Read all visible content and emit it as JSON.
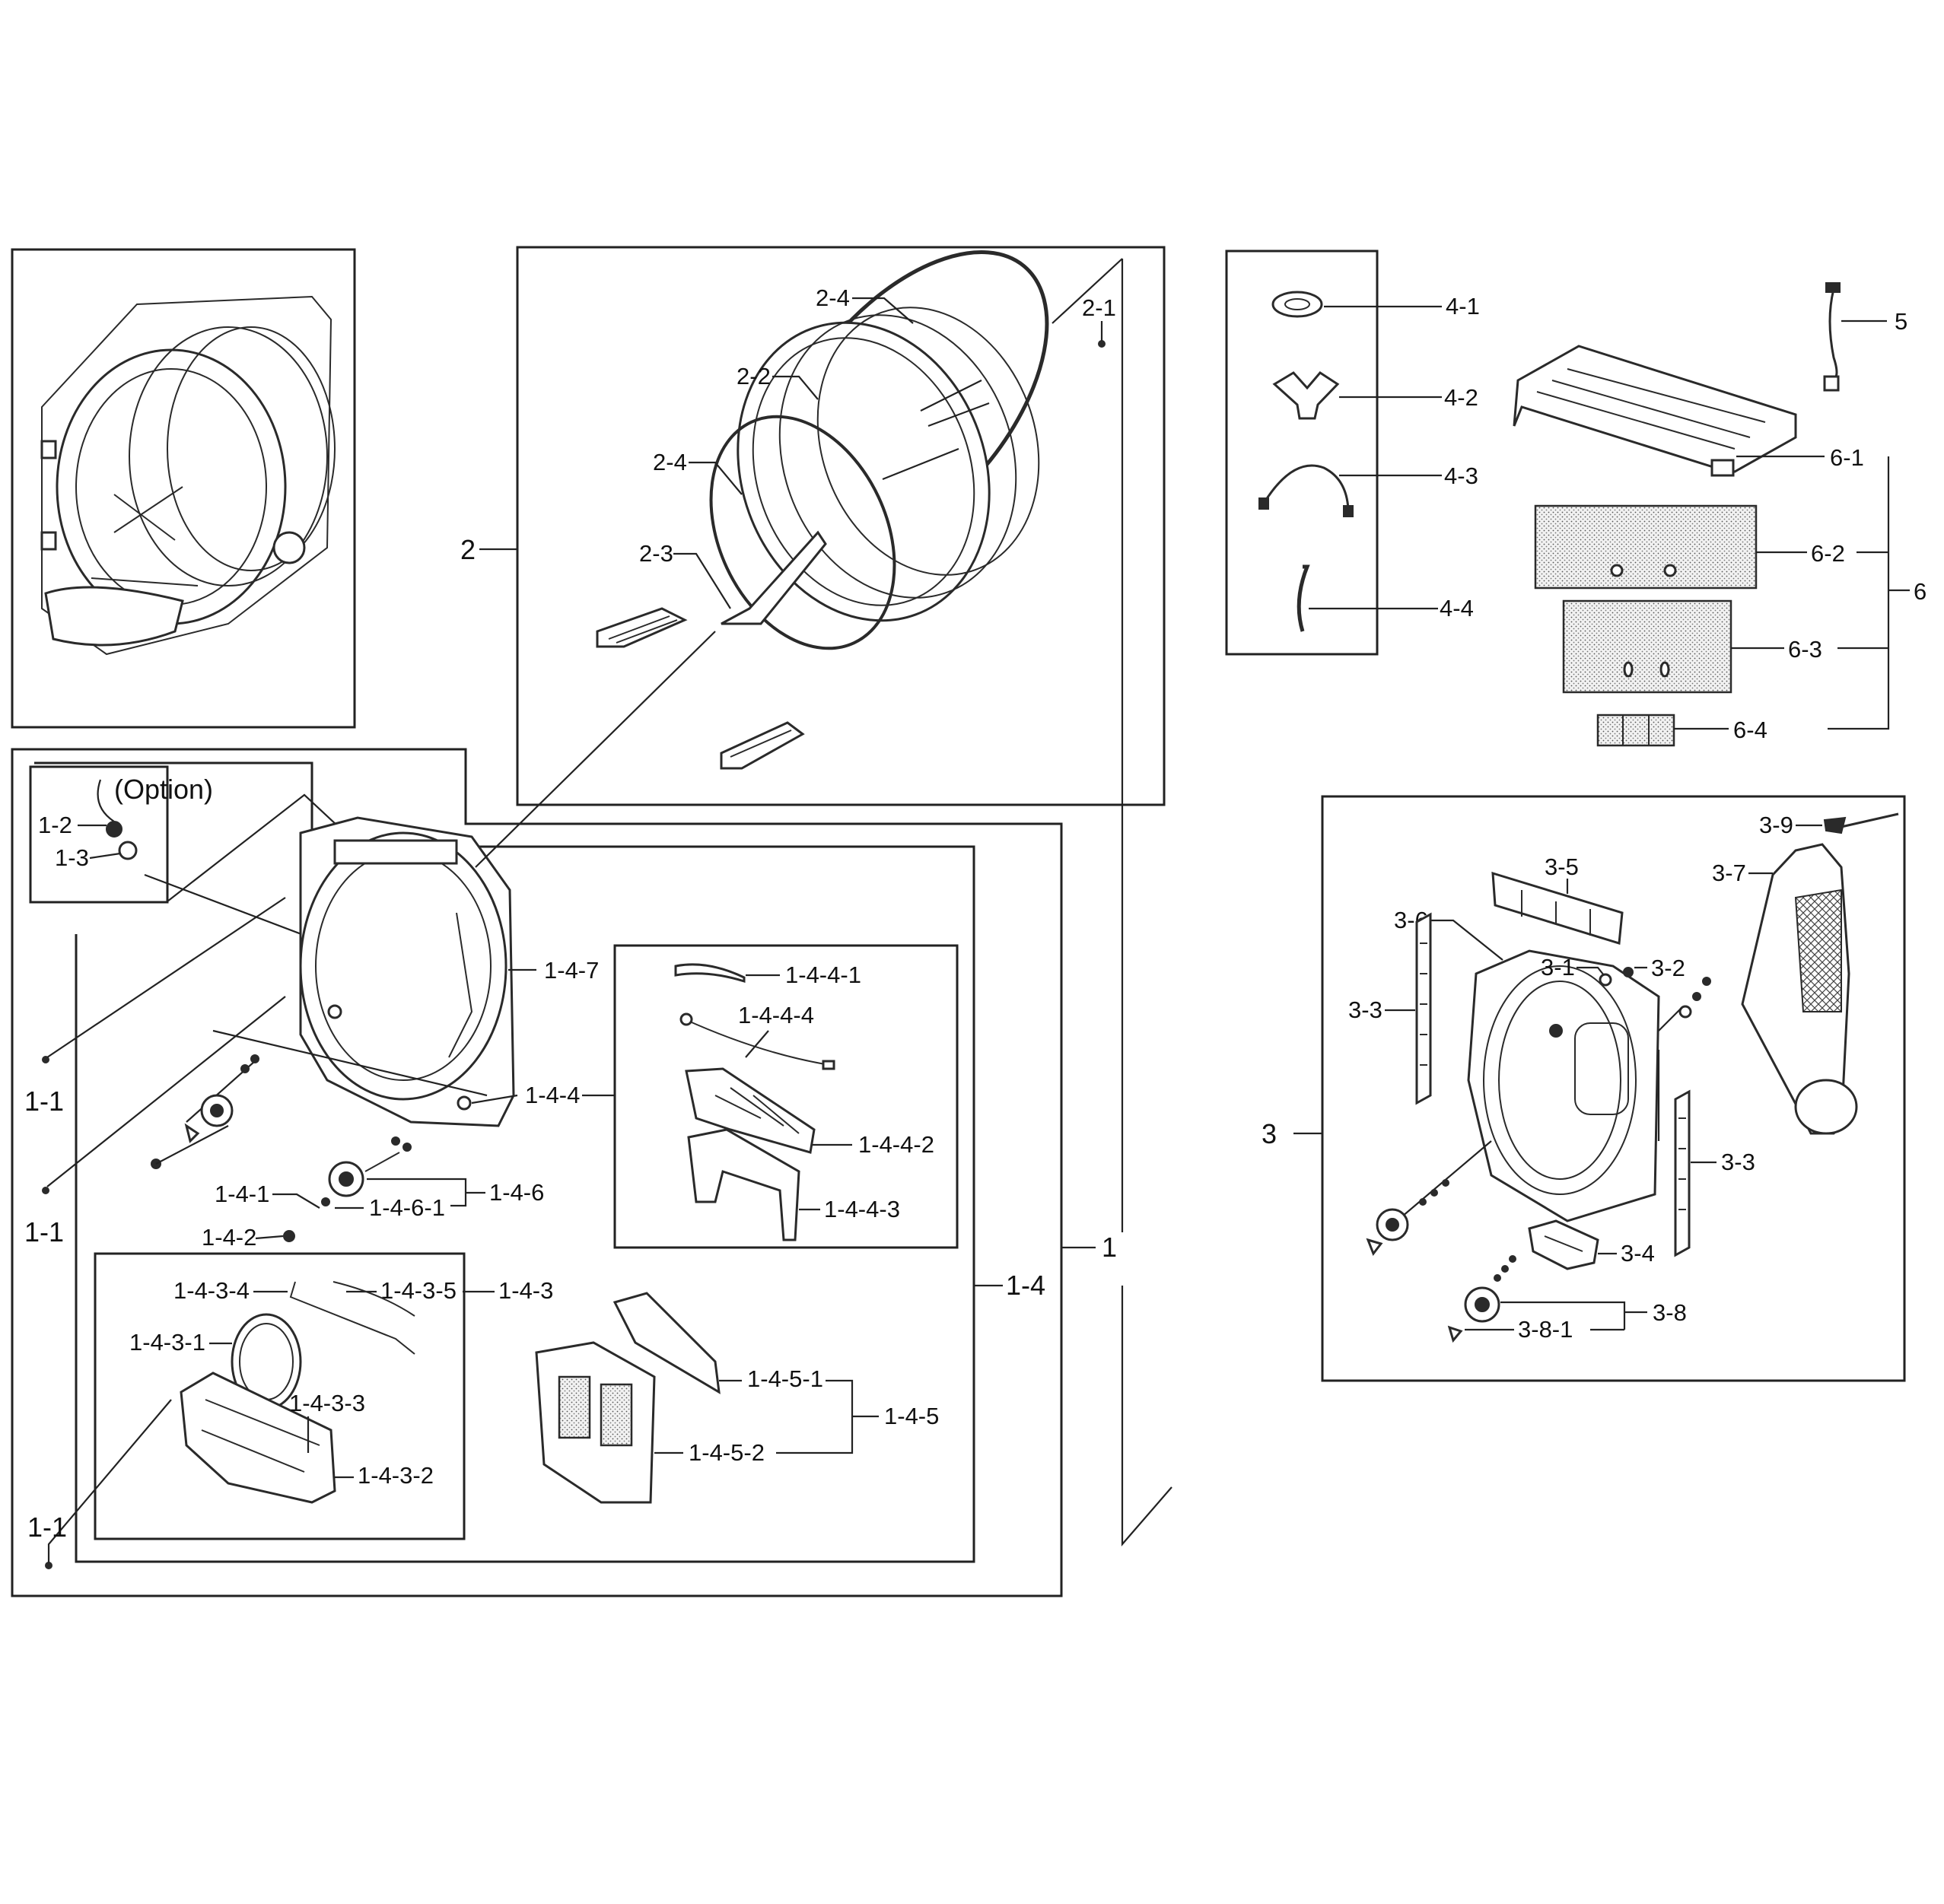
{
  "callouts": {
    "option": "(Option)",
    "c1_2": "1-2",
    "c1_3": "1-3",
    "c1_1a": "1-1",
    "c1_1b": "1-1",
    "c1_1c": "1-1",
    "c1_4_7": "1-4-7",
    "c1_4_4": "1-4-4",
    "c1_4_1": "1-4-1",
    "c1_4_2": "1-4-2",
    "c1_4_6_1": "1-4-6-1",
    "c1_4_6": "1-4-6",
    "c1_4_4_1": "1-4-4-1",
    "c1_4_4_4": "1-4-4-4",
    "c1_4_4_2": "1-4-4-2",
    "c1_4_4_3": "1-4-4-3",
    "c1_4_3_4": "1-4-3-4",
    "c1_4_3_5": "1-4-3-5",
    "c1_4_3": "1-4-3",
    "c1_4_3_1": "1-4-3-1",
    "c1_4_3_3": "1-4-3-3",
    "c1_4_3_2": "1-4-3-2",
    "c1_4_5_1": "1-4-5-1",
    "c1_4_5": "1-4-5",
    "c1_4_5_2": "1-4-5-2",
    "c1_4": "1-4",
    "c1": "1",
    "c2": "2",
    "c2_4a": "2-4",
    "c2_4b": "2-4",
    "c2_1": "2-1",
    "c2_2": "2-2",
    "c2_3": "2-3",
    "c4_1": "4-1",
    "c4_2": "4-2",
    "c4_3": "4-3",
    "c4_4": "4-4",
    "c5": "5",
    "c6_1": "6-1",
    "c6_2": "6-2",
    "c6_3": "6-3",
    "c6_4": "6-4",
    "c6": "6",
    "c3_9": "3-9",
    "c3_7": "3-7",
    "c3_5": "3-5",
    "c3_6": "3-6",
    "c3_1": "3-1",
    "c3_2": "3-2",
    "c3_3a": "3-3",
    "c3_3b": "3-3",
    "c3": "3",
    "c3_4": "3-4",
    "c3_8": "3-8",
    "c3_8_1": "3-8-1"
  }
}
